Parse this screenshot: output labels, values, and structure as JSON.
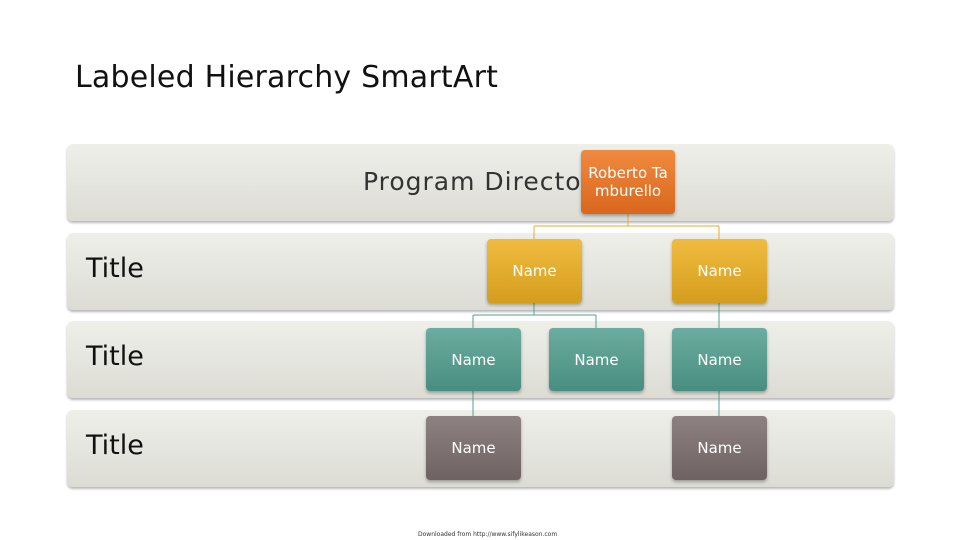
{
  "slide": {
    "title": "Labeled Hierarchy SmartArt"
  },
  "bands": [
    {
      "label": "Program Director"
    },
    {
      "label": "Title"
    },
    {
      "label": "Title"
    },
    {
      "label": "Title"
    }
  ],
  "nodes": {
    "top": "Roberto Tamburello",
    "level1": [
      "Name",
      "Name"
    ],
    "level2": [
      "Name",
      "Name",
      "Name"
    ],
    "level3": [
      "Name",
      "Name"
    ]
  },
  "colors": {
    "top": "#e07628",
    "level1": "#e3ac2e",
    "level2": "#5a9e90",
    "level3": "#7f7271",
    "band": "#e4e4de",
    "connector_top": "#e3ac2e",
    "connector_lower": "#5a9e90"
  },
  "footer": {
    "text": "Downloaded from http://www.sifylikeason.com"
  }
}
